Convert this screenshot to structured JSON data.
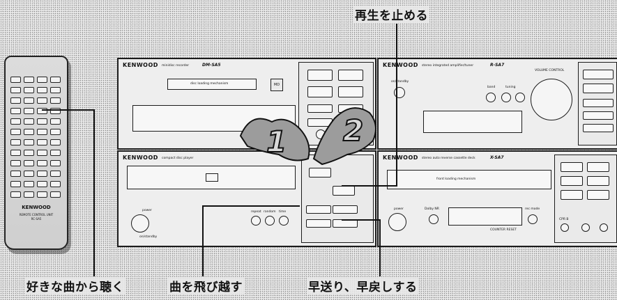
{
  "callouts": {
    "stop_playback": "再生を止める",
    "listen_from_favorite": "好きな曲から聴く",
    "skip_tracks": "曲を飛び越す",
    "fast_forward_rewind": "早送り、早戻しする"
  },
  "steps": {
    "step1": "1",
    "step2": "2"
  },
  "remote": {
    "brand": "KENWOOD",
    "subtitle": "REMOTE CONTROL UNIT",
    "model": "RC-SA5"
  },
  "md_recorder": {
    "brand": "KENWOOD",
    "type_label": "minidisc recorder",
    "model": "DM-SA5",
    "mechanism": "disc loading mechanism",
    "logo": "MD"
  },
  "amplifier": {
    "brand": "KENWOOD",
    "type_label": "stereo integrated amplifier/tuner",
    "model": "R-SA7",
    "volume_label": "VOLUME CONTROL",
    "standby_label": "on/standby",
    "band_label": "band",
    "tuning_label": "tuning"
  },
  "cd_player": {
    "brand": "KENWOOD",
    "type_label": "compact disc player",
    "power_label": "power",
    "standby_label": "on/standby",
    "repeat_label": "repeat",
    "random_label": "random",
    "time_label": "time"
  },
  "cassette_deck": {
    "brand": "KENWOOD",
    "type_label": "stereo auto reverse cassette deck",
    "model": "X-SA7",
    "mechanism": "front loading mechanism",
    "power_label": "power",
    "dolby_label": "Dolby NR",
    "rec_mode_label": "rec mode",
    "counter_label": "COUNTER RESET",
    "cpr_label": "CPR B"
  }
}
